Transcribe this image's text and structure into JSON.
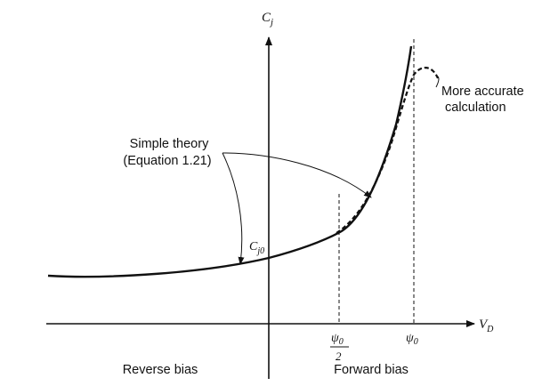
{
  "axes": {
    "y_label_main": "C",
    "y_label_sub": "j",
    "x_label_main": "V",
    "x_label_sub": "D"
  },
  "labels": {
    "simple_theory_line1": "Simple theory",
    "simple_theory_line2": "(Equation 1.21)",
    "more_accurate_line1": "More accurate",
    "more_accurate_line2": "calculation",
    "cj0_main": "C",
    "cj0_sub": "j0",
    "psi_half_numerator_main": "ψ",
    "psi_half_numerator_sub": "0",
    "psi_half_denominator": "2",
    "psi0_main": "ψ",
    "psi0_sub": "0",
    "reverse_bias": "Reverse bias",
    "forward_bias": "Forward bias"
  }
}
